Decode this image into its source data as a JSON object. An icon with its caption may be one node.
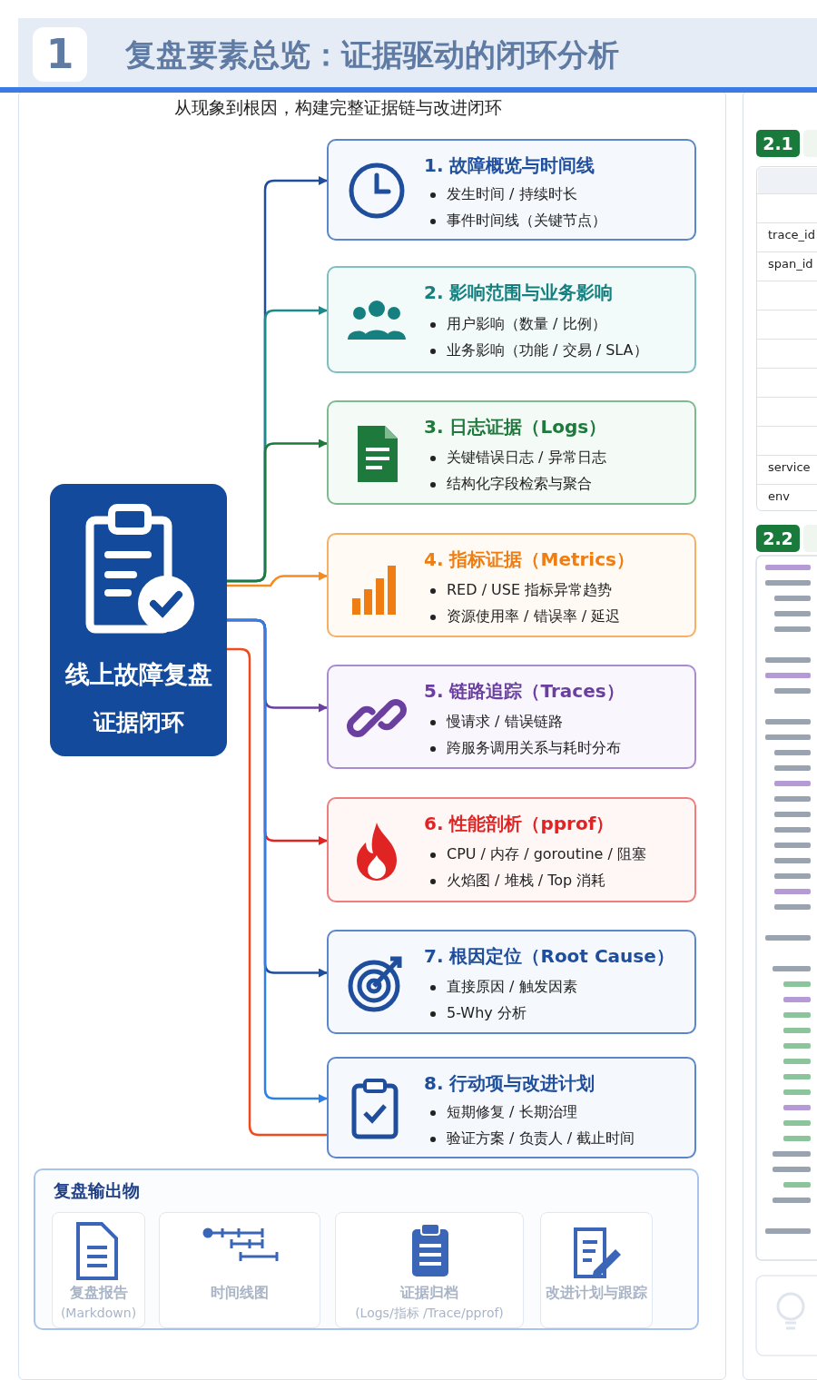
{
  "diagram": {
    "title": "复盘要素总览：证据驱动的闭环分析",
    "nodes": [
      {
        "text": [
          "线上故障复盘",
          "证据闭环"
        ]
      },
      {
        "text": [
          "1. 故障概览与时间线",
          "发生时间 / 持续时长",
          "事件时间线（关键节点）"
        ]
      },
      {
        "text": [
          "2. 影响范围与业务影响",
          "用户影响（数量 / 比例）",
          "业务影响（功能 / 交易 / SLA）"
        ]
      },
      {
        "text": [
          "3. 日志证据（Logs）",
          "关键错误日志 / 异常日志",
          "结构化字段检索与聚合"
        ]
      },
      {
        "text": [
          "4. 指标证据（Metrics）",
          "RED / USE 指标异常趋势",
          "资源使用率 / 错误率 / 延迟"
        ]
      },
      {
        "text": [
          "5. 链路追踪（Traces）",
          "慢请求 / 错误链路",
          "跨服务调用关系与耗时分布"
        ]
      },
      {
        "text": [
          "6. 性能剖析（pprof）",
          "CPU / 内存 / goroutine / 阻塞",
          "火焰图 / 堆栈 / Top 消耗"
        ]
      },
      {
        "text": [
          "7. 根因定位（Root Cause）",
          "直接原因 / 触发因素",
          "5-Why 分析"
        ]
      },
      {
        "text": [
          "8. 行动项与改进计划",
          "短期修复 / 长期治理",
          "验证方案 / 负责人 / 截止时间"
        ]
      },
      {
        "text": [
          "复盘输出物"
        ]
      },
      {
        "text": [
          "复盘报告",
          "(Markdown)"
        ],
        "in": 9
      },
      {
        "text": [
          "时间线图"
        ],
        "in": 9
      },
      {
        "text": [
          "证据归档",
          "(Logs/指标 /Trace/pprof)"
        ],
        "in": 9
      },
      {
        "text": [
          "改进计划与跟踪"
        ],
        "in": 9
      }
    ],
    "edges": [
      {
        "from": 0,
        "to": 1,
        "arrow": "to",
        "color": "#1f4e9c"
      },
      {
        "from": 0,
        "to": 2,
        "arrow": "to",
        "color": "#1a8a8a"
      },
      {
        "from": 0,
        "to": 3,
        "arrow": "to",
        "color": "#1e7a3c"
      },
      {
        "from": 0,
        "to": 4,
        "arrow": "to",
        "color": "#f58a1f"
      },
      {
        "from": 0,
        "to": 5,
        "arrow": "to",
        "color": "#6a3fa0"
      },
      {
        "from": 0,
        "to": 6,
        "arrow": "to",
        "color": "#e02424"
      },
      {
        "from": 0,
        "to": 7,
        "arrow": "to",
        "color": "#1f4e9c"
      },
      {
        "from": 0,
        "to": 8,
        "arrow": "to",
        "color": "#2f80e6"
      },
      {
        "from": 0,
        "to": 8,
        "arrow": "none",
        "color": "#f04a1f"
      }
    ],
    "labels": [
      "1",
      "从现象到根因，构建完整证据链与改进闭环",
      "2.1",
      "trace_id",
      "span_id",
      "service",
      "env",
      "2.2"
    ]
  }
}
